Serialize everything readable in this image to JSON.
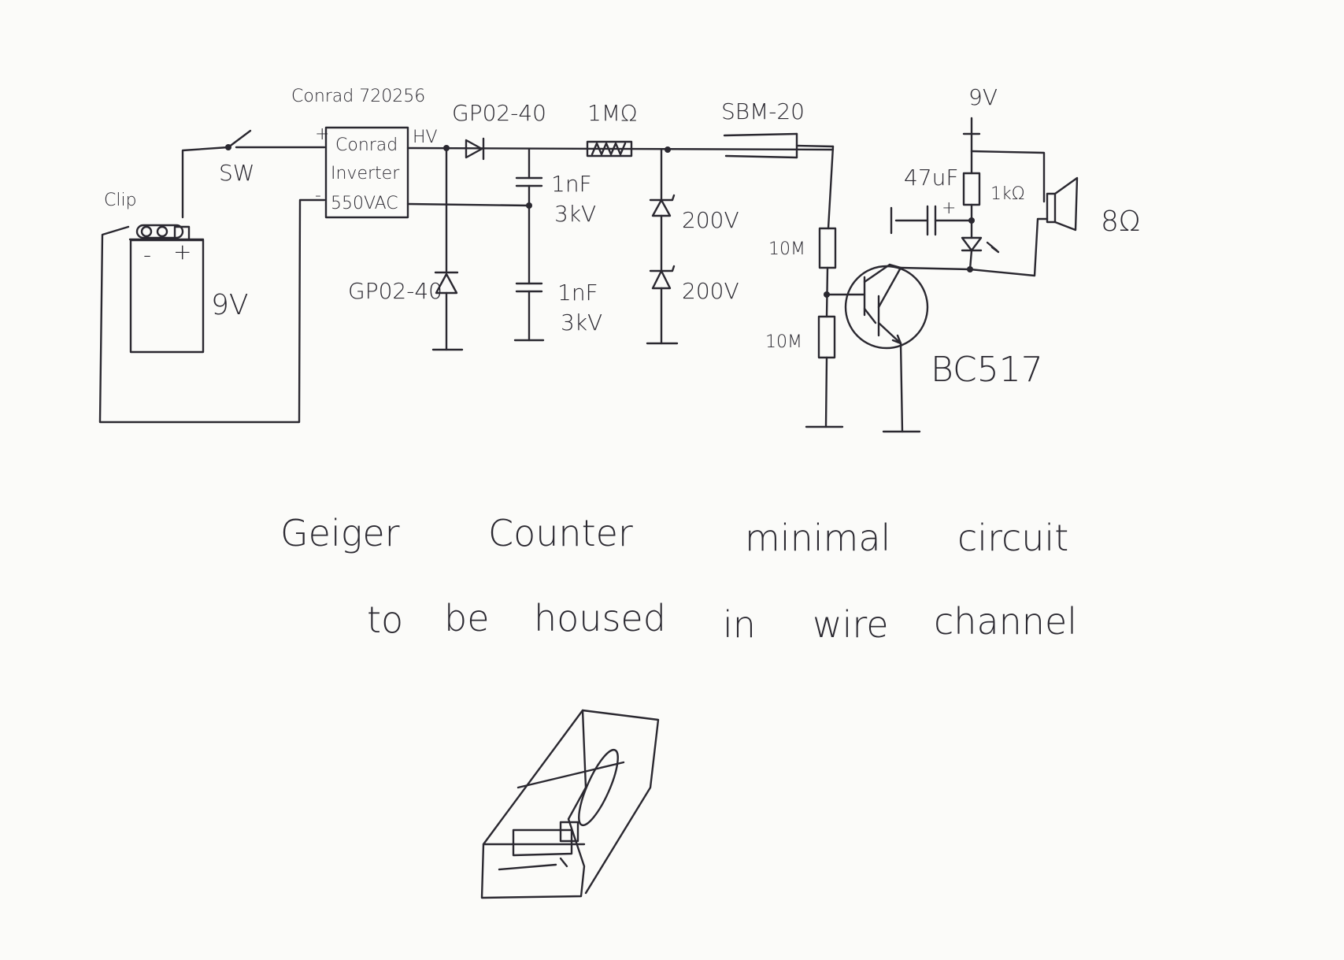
{
  "labels": {
    "clip": "Clip",
    "battery_minus": "-",
    "battery_plus": "+",
    "battery_voltage": "9V",
    "switch": "SW",
    "inverter_part_number": "Conrad 720256",
    "inverter_plus": "+",
    "inverter_hv": "HV",
    "inverter_minus": "-",
    "inverter_line1": "Conrad",
    "inverter_line2": "Inverter",
    "inverter_line3": "550VAC",
    "diode_series": "GP02-40",
    "diode_shunt": "GP02-40",
    "resistor_hv": "1MΩ",
    "tube": "SBM-20",
    "cap1_value": "1nF",
    "cap1_voltage": "3kV",
    "cap2_value": "1nF",
    "cap2_voltage": "3kV",
    "zener1": "200V",
    "zener2": "200V",
    "div_r1": "10M",
    "div_r2": "10M",
    "transistor": "BC517",
    "supply": "9V",
    "cap_47uf": "47uF",
    "cap_47uf_plus": "+",
    "resistor_1k": "1kΩ",
    "speaker": "8Ω"
  },
  "caption": {
    "line1": [
      "Geiger",
      "Counter",
      "minimal",
      "circuit"
    ],
    "line2": [
      "to",
      "be",
      "housed",
      "in",
      "wire",
      "channel"
    ]
  }
}
